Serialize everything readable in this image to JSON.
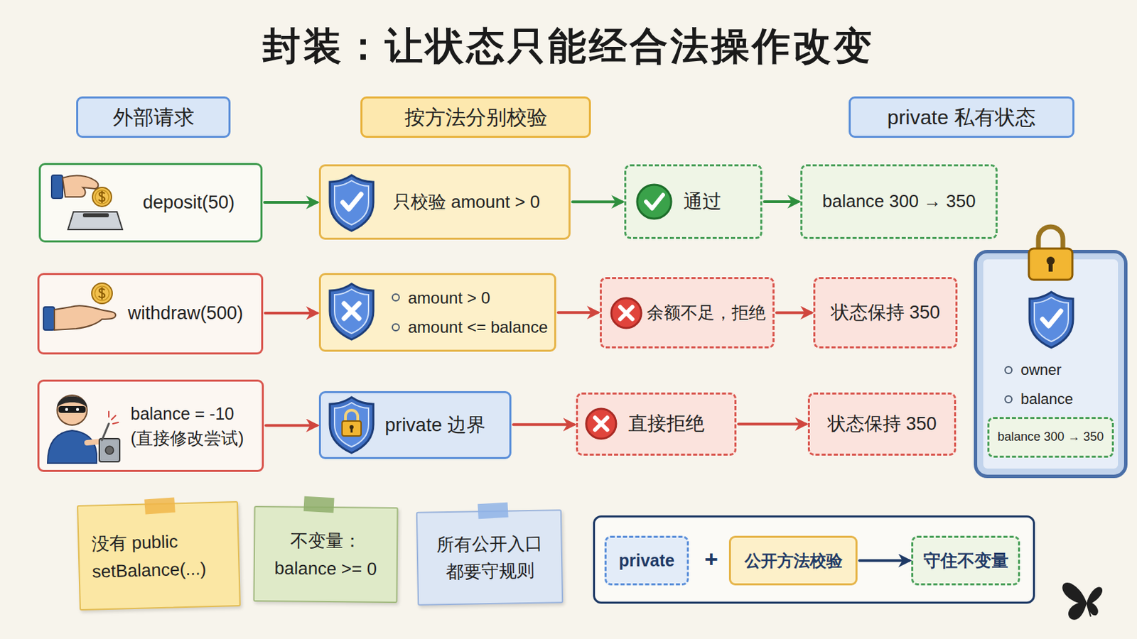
{
  "diagram": {
    "title": "封装：让状态只能经合法操作改变",
    "nodes": [
      {
        "text": [
          "外部请求"
        ]
      },
      {
        "text": [
          "按方法分别校验"
        ]
      },
      {
        "text": [
          "private 私有状态"
        ]
      },
      {
        "text": [
          "deposit(50)"
        ]
      },
      {
        "text": [
          "只校验 amount > 0"
        ]
      },
      {
        "text": [
          "通过"
        ]
      },
      {
        "text": [
          "balance 300 → 350"
        ]
      },
      {
        "text": [
          "owner",
          "balance"
        ]
      },
      {
        "text": [
          "balance 300 → 350"
        ],
        "in": 7
      },
      {
        "text": [
          "withdraw(500)"
        ]
      },
      {
        "text": [
          "amount > 0",
          "amount <= balance"
        ]
      },
      {
        "text": [
          "余额不足，拒绝"
        ]
      },
      {
        "text": [
          "状态保持 350"
        ]
      },
      {
        "text": [
          "balance = -10",
          "(直接修改尝试)"
        ]
      },
      {
        "text": [
          "private 边界"
        ]
      },
      {
        "text": [
          "直接拒绝"
        ]
      },
      {
        "text": [
          "状态保持 350"
        ]
      },
      {
        "text": [
          "没有 public setBalance(...)"
        ]
      },
      {
        "text": [
          "不变量： balance >= 0"
        ]
      },
      {
        "text": [
          "所有公开入口 都要守规则"
        ]
      },
      {
        "text": [
          "+"
        ]
      },
      {
        "text": [
          "private"
        ],
        "in": 20
      },
      {
        "text": [
          "公开方法校验"
        ],
        "in": 20
      },
      {
        "text": [
          "守住不变量"
        ],
        "in": 20
      }
    ],
    "edges": [
      {
        "from": 3,
        "to": 4,
        "arrow": "to"
      },
      {
        "from": 4,
        "to": 5,
        "arrow": "to"
      },
      {
        "from": 5,
        "to": 6,
        "arrow": "to"
      },
      {
        "from": 9,
        "to": 10,
        "arrow": "to"
      },
      {
        "from": 10,
        "to": 11,
        "arrow": "to"
      },
      {
        "from": 11,
        "to": 12,
        "arrow": "to"
      },
      {
        "from": 13,
        "to": 14,
        "arrow": "to"
      },
      {
        "from": 14,
        "to": 15,
        "arrow": "to"
      },
      {
        "from": 15,
        "to": 16,
        "arrow": "to"
      },
      {
        "from": 22,
        "to": 23,
        "arrow": "to"
      }
    ]
  }
}
